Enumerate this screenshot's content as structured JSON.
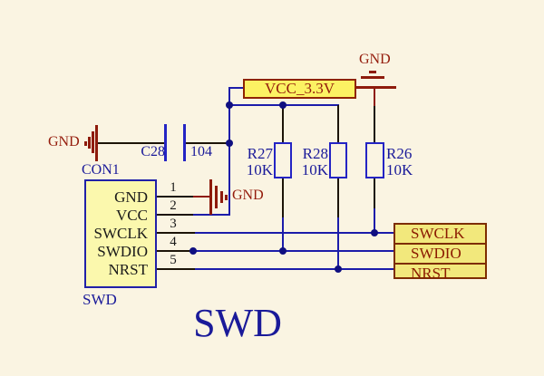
{
  "title": {
    "text": "SWD"
  },
  "power": {
    "vcc_net": "VCC_3.3V",
    "gnd_top": "GND",
    "gnd_left": "GND",
    "gnd_pin1": "GND"
  },
  "capacitor": {
    "ref": "C28",
    "value": "104"
  },
  "resistors": [
    {
      "ref": "R27",
      "value": "10K"
    },
    {
      "ref": "R28",
      "value": "10K"
    },
    {
      "ref": "R26",
      "value": "10K"
    }
  ],
  "connector": {
    "designator": "CON1",
    "part_name": "SWD",
    "pins": [
      {
        "number": "1",
        "label": "GND"
      },
      {
        "number": "2",
        "label": "VCC"
      },
      {
        "number": "3",
        "label": "SWCLK"
      },
      {
        "number": "4",
        "label": "SWDIO"
      },
      {
        "number": "5",
        "label": "NRST"
      }
    ]
  },
  "net_ports": [
    "SWCLK",
    "SWDIO",
    "NRST"
  ],
  "colors": {
    "background": "#faf4e2",
    "wire_blue": "#1c1caa",
    "wire_black": "#1c1408",
    "dark_red": "#8e1b0c",
    "navy_text": "#1a1a99",
    "connector_fill": "#fbf8ad",
    "vcc_fill": "#fcf263",
    "port_fill": "#f2e87c",
    "port_border": "#7d2d00",
    "component_blue": "#2424c4"
  }
}
